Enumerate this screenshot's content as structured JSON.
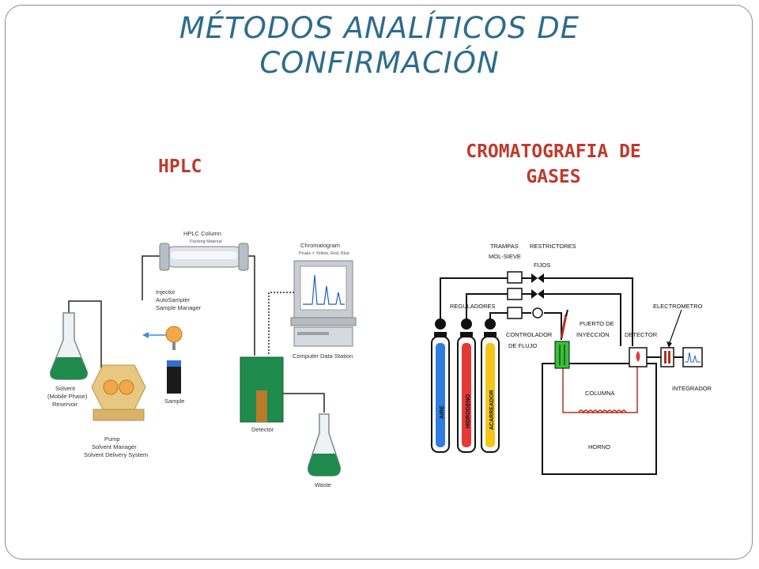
{
  "title": {
    "line1": "MÉTODOS ANALÍTICOS DE",
    "line2": "CONFIRMACIÓN"
  },
  "hplc": {
    "heading": "HPLC",
    "labels": {
      "column": "HPLC Column",
      "column_sub": "Packing Material",
      "chromatogram": "Chromatogram",
      "chromatogram_sub": "Peaks = Yellow, Red, Blue",
      "injector1": "Injector",
      "injector2": "AutoSampler",
      "injector3": "Sample Manager",
      "solvent1": "Solvent",
      "solvent2": "(Mobile Phase)",
      "solvent3": "Reservoir",
      "sample": "Sample",
      "pump1": "Pump",
      "pump2": "Solvent Manager",
      "pump3": "Solvent Delivery System",
      "detector": "Detector",
      "station": "Computer Data Station",
      "waste": "Waste"
    }
  },
  "gc": {
    "heading_line1": "CROMATOGRAFIA DE",
    "heading_line2": "GASES",
    "labels": {
      "trampas1": "TRAMPAS",
      "trampas2": "MOL-SIEVE",
      "restrictores1": "RESTRICTORES",
      "restrictores2": "FIJOS",
      "reguladores": "REGULADORES",
      "puerto1": "PUERTO DE",
      "puerto2": "INYECCION",
      "controlador1": "CONTROLADOR",
      "controlador2": "DE FLUJO",
      "detector": "DETECTOR",
      "electrometro": "ELECTROMETRO",
      "columna": "COLUMNA",
      "integrador": "INTEGRADOR",
      "horno": "HORNO",
      "aire": "AIRE",
      "hidrogeno": "HIDROGENO",
      "acarreador": "ACARREADOR"
    }
  },
  "colors": {
    "title": "#2e6c8c",
    "heading": "#c0392b",
    "liquid": "#1e8a4c",
    "aire": "#2f7de1",
    "hidrogeno": "#e53935",
    "acarreador": "#f5c518"
  }
}
